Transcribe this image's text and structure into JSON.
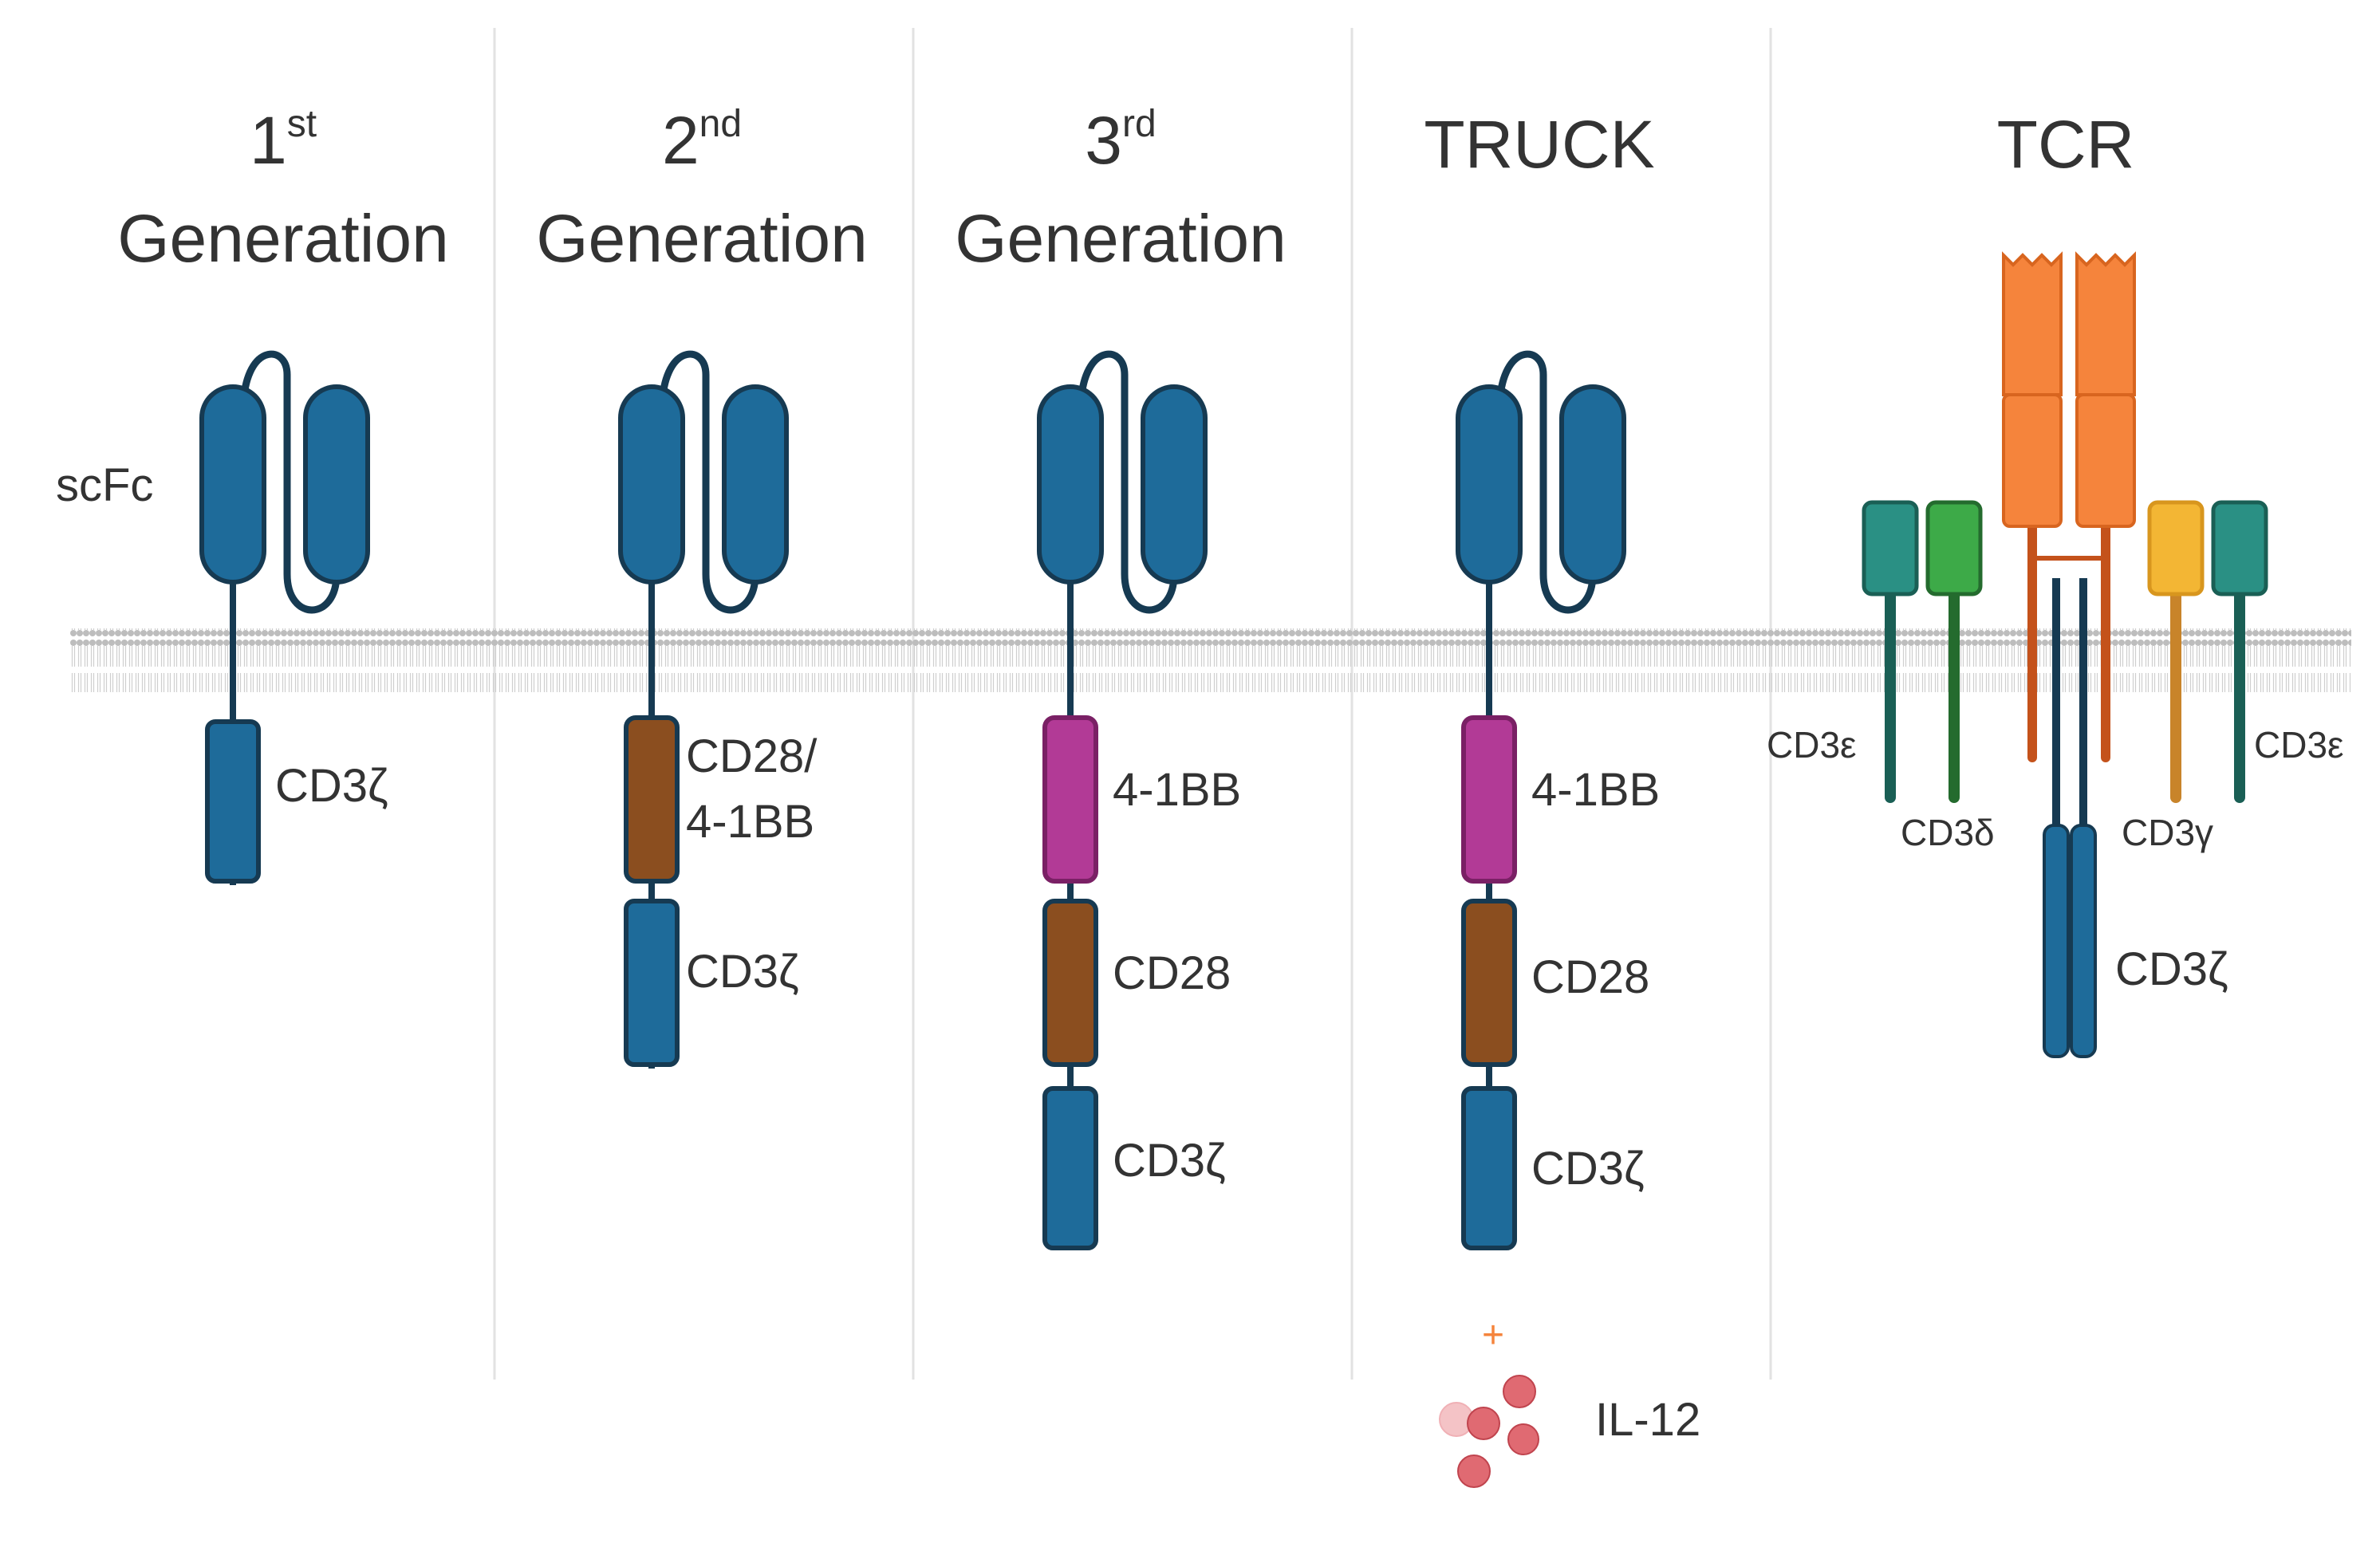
{
  "columns": [
    {
      "num": "1",
      "sup": "st",
      "word": "Generation"
    },
    {
      "num": "2",
      "sup": "nd",
      "word": "Generation"
    },
    {
      "num": "3",
      "sup": "rd",
      "word": "Generation"
    },
    {
      "title": "TRUCK"
    },
    {
      "title": "TCR"
    }
  ],
  "scfc_label": "scFc",
  "gen1": {
    "domains": [
      "CD3ζ"
    ]
  },
  "gen2": {
    "domain1_line1": "CD28/",
    "domain1_line2": "4-1BB",
    "domain2": "CD3ζ"
  },
  "gen3": {
    "domains": [
      "4-1BB",
      "CD28",
      "CD3ζ"
    ]
  },
  "truck": {
    "domains": [
      "4-1BB",
      "CD28",
      "CD3ζ"
    ],
    "plus": "+",
    "cytokine": "IL-12"
  },
  "tcr": {
    "cd3e_left": "CD3ε",
    "cd3d": "CD3δ",
    "cd3g": "CD3γ",
    "cd3e_right": "CD3ε",
    "cd3z": "CD3ζ"
  },
  "colors": {
    "blue": "#1e6b9a",
    "outline": "#163a52",
    "brown": "#8b4e1f",
    "magenta": "#b23a96",
    "orange": "#f5843c",
    "teal": "#2a9084",
    "green": "#3daa48",
    "yellow": "#f3b634",
    "il12": "#e06a72"
  }
}
